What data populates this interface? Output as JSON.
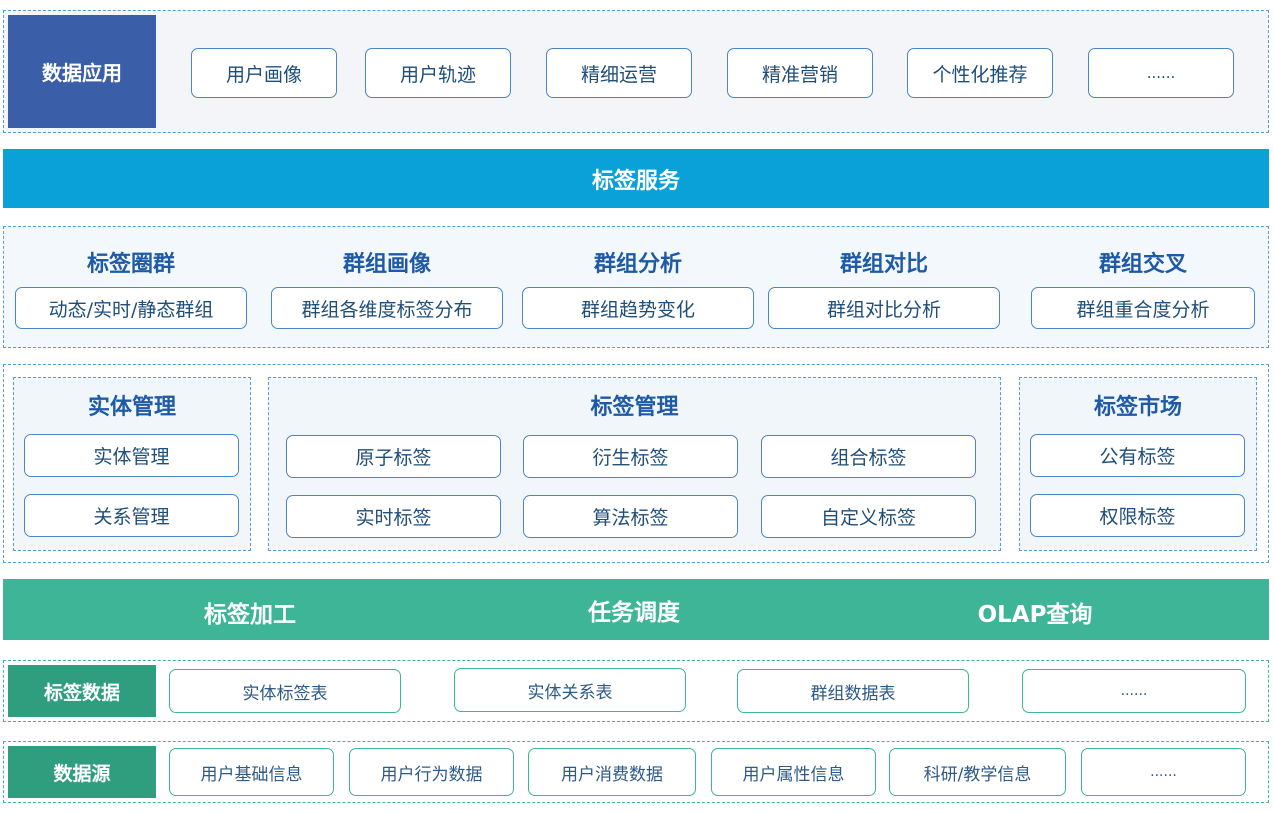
{
  "app_layer": {
    "label": "数据应用",
    "items": [
      "用户画像",
      "用户轨迹",
      "精细运营",
      "精准营销",
      "个性化推荐",
      "......"
    ]
  },
  "service_bar": {
    "label": "标签服务"
  },
  "group": {
    "columns": [
      {
        "title": "标签圈群",
        "item": "动态/实时/静态群组"
      },
      {
        "title": "群组画像",
        "item": "群组各维度标签分布"
      },
      {
        "title": "群组分析",
        "item": "群组趋势变化"
      },
      {
        "title": "群组对比",
        "item": "群组对比分析"
      },
      {
        "title": "群组交叉",
        "item": "群组重合度分析"
      }
    ]
  },
  "management": {
    "entity": {
      "title": "实体管理",
      "items": [
        "实体管理",
        "关系管理"
      ]
    },
    "tag": {
      "title": "标签管理",
      "items": [
        "原子标签",
        "衍生标签",
        "组合标签",
        "实时标签",
        "算法标签",
        "自定义标签"
      ]
    },
    "market": {
      "title": "标签市场",
      "items": [
        "公有标签",
        "权限标签"
      ]
    }
  },
  "process_bar": {
    "items": [
      "标签加工",
      "任务调度",
      "OLAP查询"
    ]
  },
  "tag_data": {
    "label": "标签数据",
    "items": [
      "实体标签表",
      "实体关系表",
      "群组数据表",
      "......"
    ]
  },
  "data_source": {
    "label": "数据源",
    "items": [
      "用户基础信息",
      "用户行为数据",
      "用户消费数据",
      "用户属性信息",
      "科研/教学信息",
      "......"
    ]
  },
  "colors": {
    "app_side": "#3a5fa8",
    "service_bar": "#0aa0d8",
    "process_bar": "#3fb597",
    "green_side": "#2e9e7e"
  }
}
